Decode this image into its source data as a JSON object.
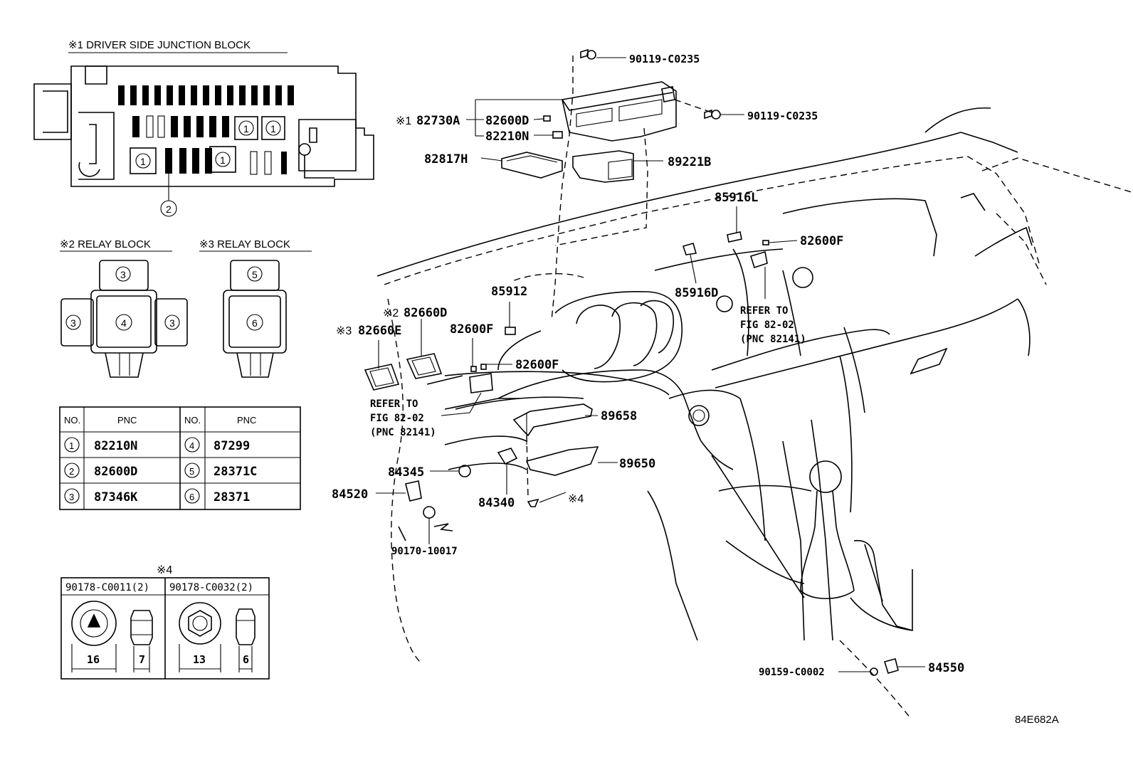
{
  "sections": {
    "junction_block_title": "※1 DRIVER SIDE JUNCTION BLOCK",
    "relay_block_2_title": "※2 RELAY BLOCK",
    "relay_block_3_title": "※3 RELAY BLOCK",
    "fastener_title": "※4"
  },
  "junction_block": {
    "circle_labels": [
      "1",
      "1",
      "1",
      "1",
      "2"
    ]
  },
  "relay_block_2": {
    "circles": [
      "3",
      "4",
      "3",
      "3"
    ]
  },
  "relay_block_3": {
    "circles": [
      "5",
      "6"
    ]
  },
  "pnc_table": {
    "headers": [
      "NO.",
      "PNC",
      "NO.",
      "PNC"
    ],
    "rows": [
      {
        "no1": "1",
        "pnc1": "82210N",
        "no2": "4",
        "pnc2": "87299"
      },
      {
        "no1": "2",
        "pnc1": "82600D",
        "no2": "5",
        "pnc2": "28371C"
      },
      {
        "no1": "3",
        "pnc1": "87346K",
        "no2": "6",
        "pnc2": "28371"
      }
    ]
  },
  "fasteners": {
    "left_header": "90178-C0011(2)",
    "right_header": "90178-C0032(2)",
    "dims": [
      "16",
      "7",
      "13",
      "6"
    ]
  },
  "callouts": {
    "bolt_top": "90119-C0235",
    "bolt_right": "90119-C0235",
    "junction_prefix": "※1",
    "junction_pn": "82730A",
    "p82600D": "82600D",
    "p82210N": "82210N",
    "p82817H": "82817H",
    "p89221B": "89221B",
    "p85916L": "85916L",
    "p82600F_right": "82600F",
    "p85916D": "85916D",
    "refer_right_1": "REFER TO",
    "refer_right_2": "FIG 82-02",
    "refer_right_3": "(PNC 82141)",
    "p85912": "85912",
    "p82660D_prefix": "※2",
    "p82660D": "82660D",
    "p82660E_prefix": "※3",
    "p82660E": "82660E",
    "p82600F_a": "82600F",
    "p82600F_b": "82600F",
    "refer_left_1": "REFER TO",
    "refer_left_2": "FIG 82-02",
    "refer_left_3": "(PNC 82141)",
    "p89658": "89658",
    "p84345": "84345",
    "p89650": "89650",
    "p84520": "84520",
    "p84340": "84340",
    "note4": "※4",
    "p90170": "90170-10017",
    "p90159": "90159-C0002",
    "p84550": "84550"
  },
  "figure_code": "84E682A"
}
